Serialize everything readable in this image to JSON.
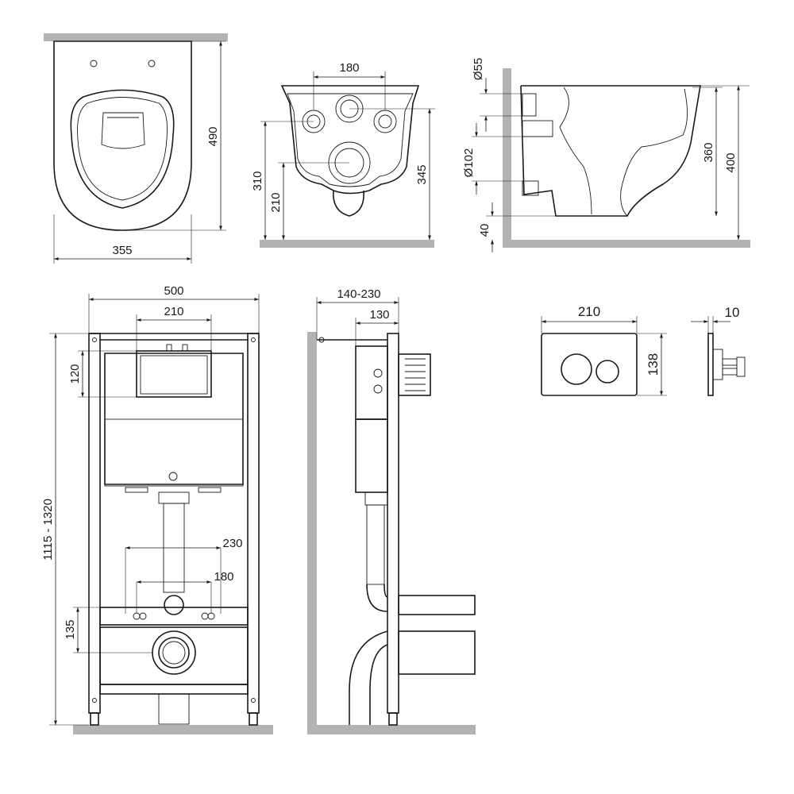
{
  "views": {
    "bowl_top": {
      "width": "355",
      "depth": "490"
    },
    "bowl_rear": {
      "holes_spacing": "180",
      "bolt_height": "310",
      "outlet_height": "210",
      "top_height": "345"
    },
    "bowl_side": {
      "inlet_dia": "Ø55",
      "outlet_dia": "Ø102",
      "rim_height": "360",
      "top_height": "400",
      "floor_gap": "40"
    },
    "frame_front": {
      "width": "500",
      "panel_width": "210",
      "panel_height": "120",
      "height_range": "1115 - 1320",
      "stud_spacing_outer": "230",
      "stud_spacing_inner": "180",
      "outlet_height": "135"
    },
    "frame_side": {
      "depth_range": "140-230",
      "frame_depth": "130"
    },
    "flush_plate": {
      "width": "210",
      "height": "138",
      "thickness": "10"
    }
  }
}
